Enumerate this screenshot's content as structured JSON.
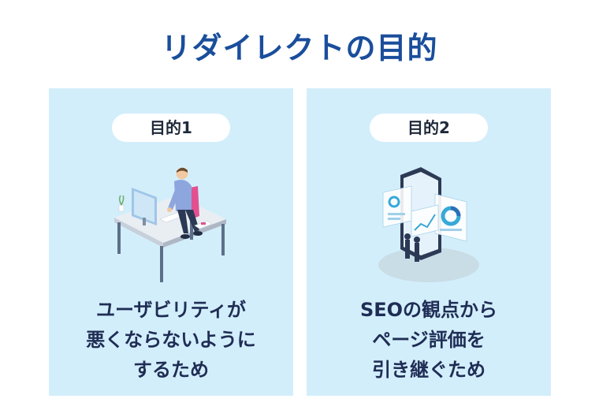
{
  "title": "リダイレクトの目的",
  "cards": [
    {
      "badge": "目的1",
      "lines": [
        "ユーザビリティが",
        "悪くならないように",
        "するため"
      ],
      "illustration": "person-at-desk-computer-icon"
    },
    {
      "badge": "目的2",
      "lines": [
        "SEOの観点から",
        "ページ評価を",
        "引き継ぐため"
      ],
      "illustration": "smartphone-analytics-people-icon"
    }
  ],
  "colors": {
    "title": "#1a4e9c",
    "card_bg": "#d3eefb",
    "pill_bg": "#ffffff",
    "body_text": "#1f2d55"
  }
}
